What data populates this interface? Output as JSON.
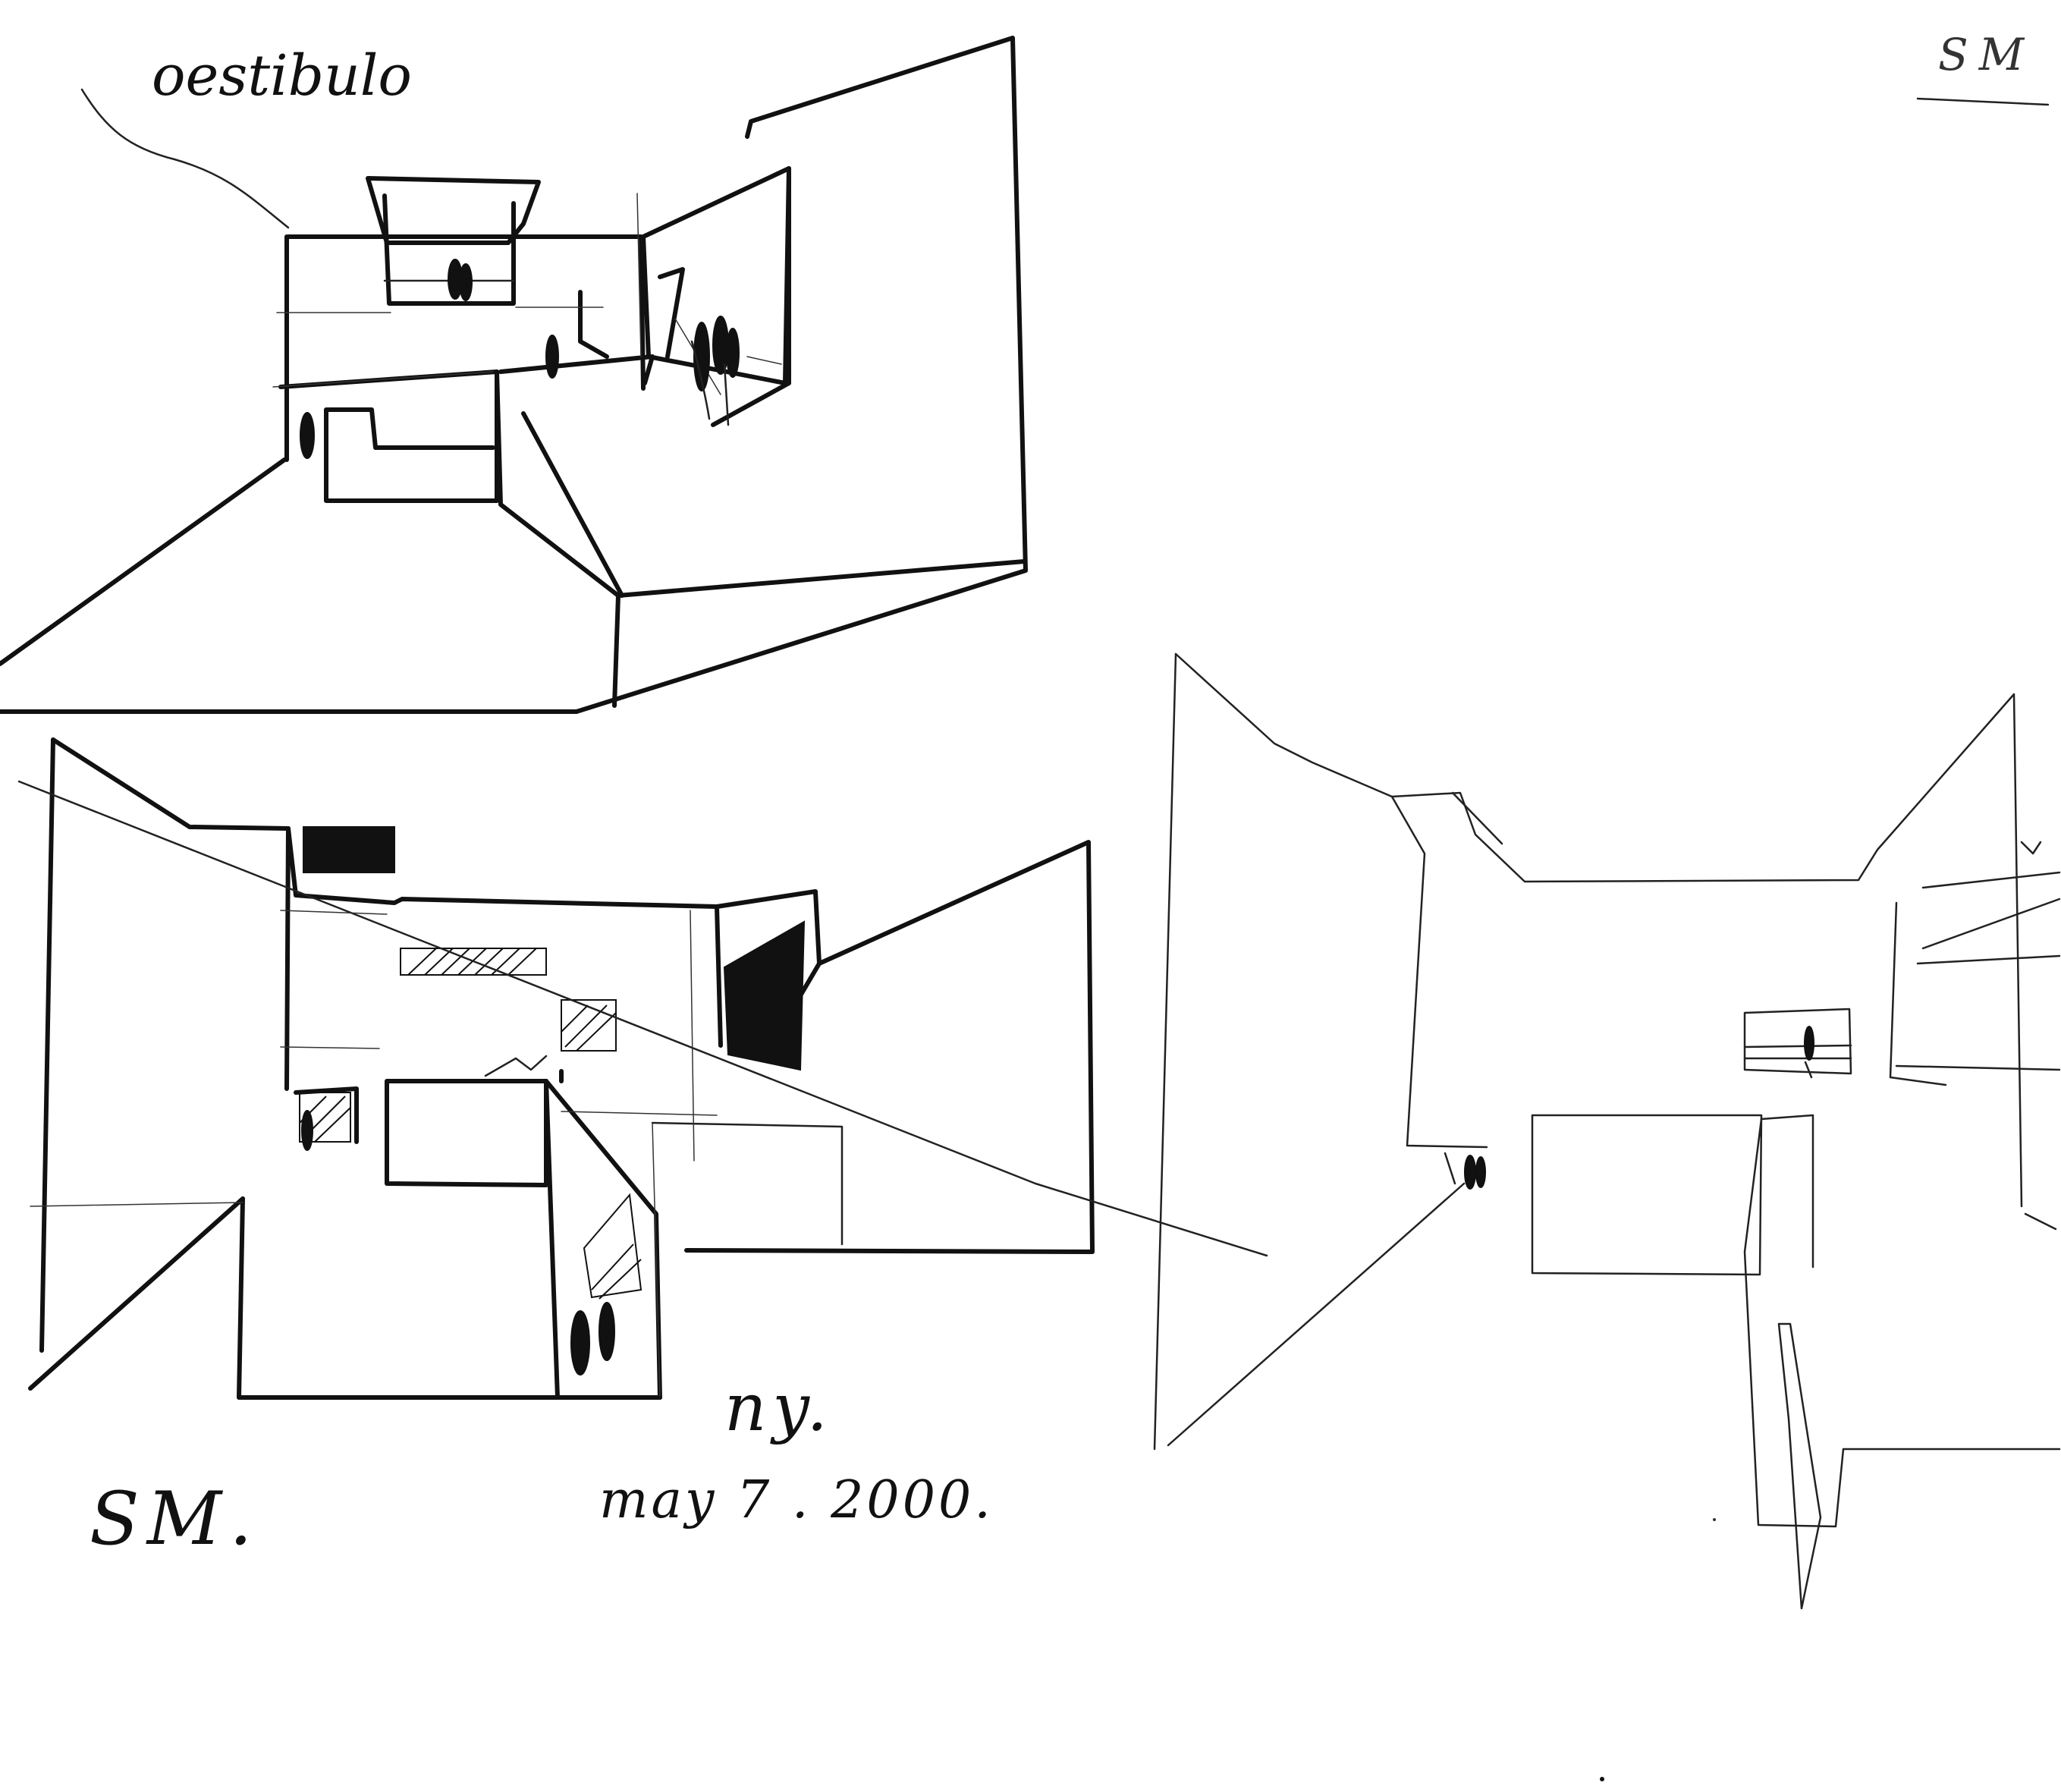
{
  "sheet": {
    "title_annotation": "oestibulo",
    "corner_initials": "SM",
    "signature_initials": "SM.",
    "date": "may 7 . 2000.",
    "scribble": "ny."
  },
  "colors": {
    "paper": "#ffffff",
    "ink": "#111111"
  },
  "sketches": [
    {
      "name": "vestibule-perspective-top-left"
    },
    {
      "name": "vestibule-perspective-bottom-left"
    },
    {
      "name": "vestibule-perspective-right"
    }
  ]
}
